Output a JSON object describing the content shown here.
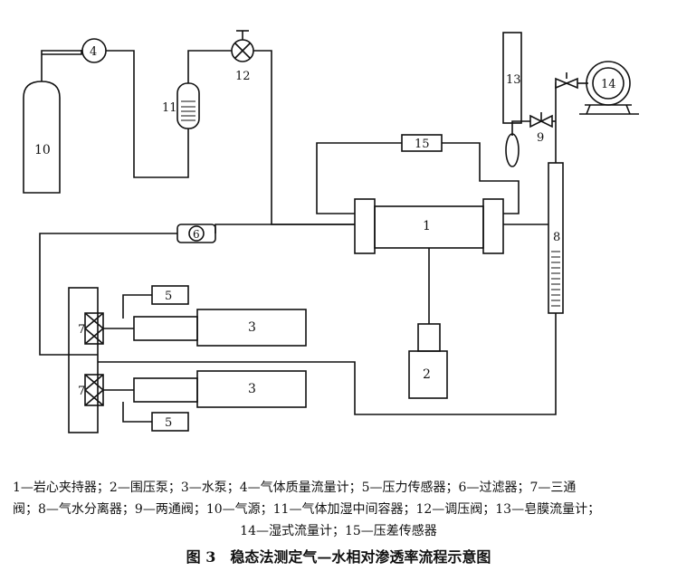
{
  "labels": {
    "core_holder": "1",
    "pump_2": "2",
    "water_pump_top": "3",
    "water_pump_bottom": "3",
    "flowmeter_4": "4",
    "sensor_top": "5",
    "sensor_bottom": "5",
    "filter_6": "6",
    "valve_top": "7",
    "valve_bottom": "7",
    "separator_8": "8",
    "valve_9": "9",
    "gas_source_10": "10",
    "humidifier_11": "11",
    "regulator_12": "12",
    "soap_meter_13": "13",
    "wet_meter_14": "14",
    "dp_sensor_15": "15"
  },
  "legend": {
    "line1": "1—岩心夹持器；2—围压泵；3—水泵；4—气体质量流量计；5—压力传感器；6—过滤器；7—三通",
    "line2": "阀；8—气水分离器；9—两通阀；10—气源；11—气体加湿中间容器；12—调压阀；13—皂膜流量计；",
    "line3": "14—湿式流量计；15—压差传感器"
  },
  "title": "图 3　稳态法测定气—水相对渗透率流程示意图"
}
